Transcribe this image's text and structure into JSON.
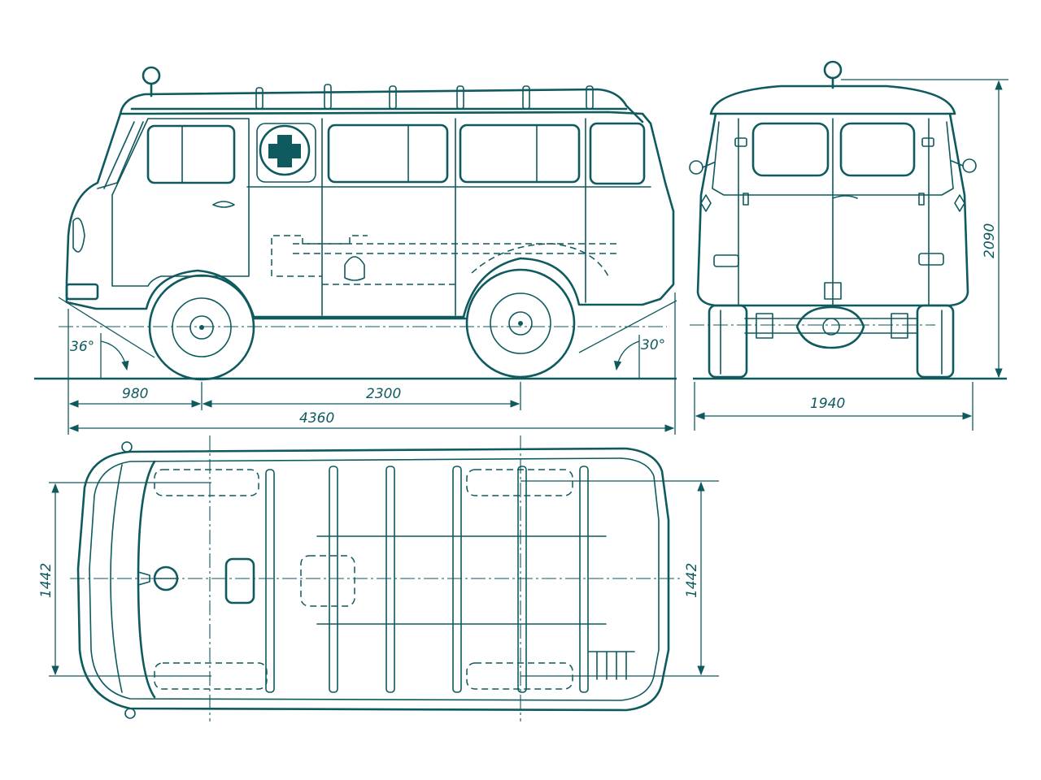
{
  "colors": {
    "ink": "#0f5a5e",
    "paper": "#ffffff"
  },
  "icons": {
    "red_cross": "cross-icon"
  },
  "dimensions": {
    "front_overhang": "980",
    "wheelbase": "2300",
    "overall_length": "4360",
    "track_width": "1940",
    "overall_height": "2090",
    "top_view_width_left": "1442",
    "top_view_width_right": "1442",
    "approach_angle": "36°",
    "departure_angle": "30°"
  }
}
